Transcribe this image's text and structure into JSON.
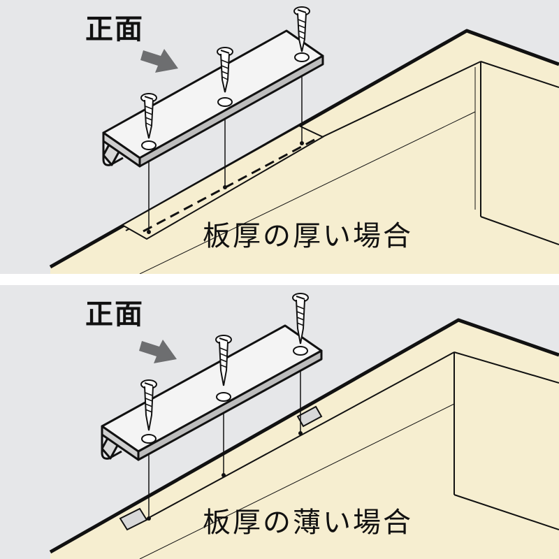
{
  "panels": [
    {
      "front_label": "正面",
      "caption": "板厚の厚い場合"
    },
    {
      "front_label": "正面",
      "caption": "板厚の薄い場合"
    }
  ],
  "colors": {
    "background": "#e6e7e9",
    "board": "#f6eed0",
    "bracket": "#f4f4f4",
    "outline": "#111111",
    "arrow": "#6d6e70"
  },
  "icons": [
    "screw-icon",
    "arrow-right-icon"
  ]
}
